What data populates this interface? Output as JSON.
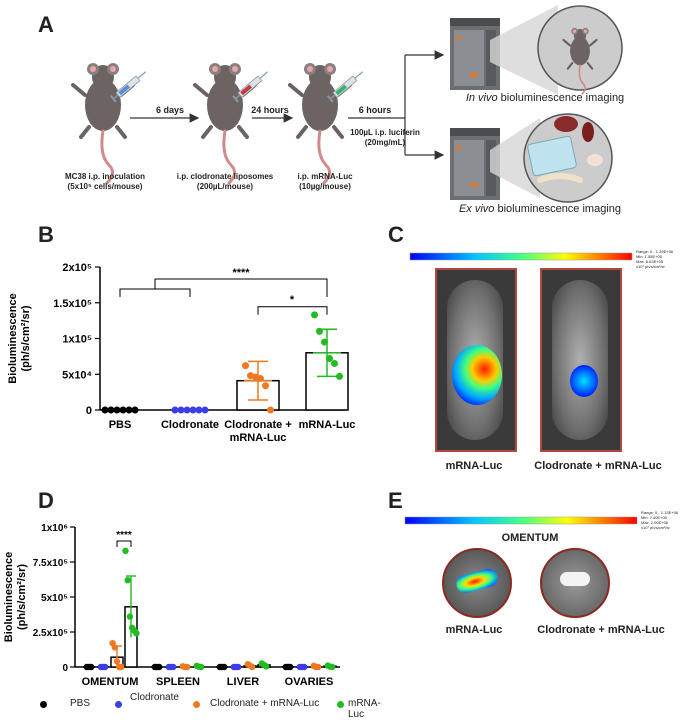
{
  "panel_labels": {
    "a": "A",
    "b": "B",
    "c": "C",
    "d": "D",
    "e": "E"
  },
  "schematic": {
    "steps": [
      {
        "label": "MC38 i.p. inoculation",
        "detail": "(5x10⁵ cells/mouse)"
      },
      {
        "label": "i.p. clodronate liposomes",
        "detail": "(200µL/mouse)"
      },
      {
        "label": "i.p. mRNA-Luc",
        "detail": "(10µg/mouse)"
      }
    ],
    "intervals": [
      "6 days",
      "24 hours",
      "6 hours"
    ],
    "luciferin": {
      "line1": "100µL i.p. luciferin",
      "line2": "(20mg/mL)"
    },
    "imaging": [
      {
        "emph": "In vivo",
        "rest": " bioluminescence imaging"
      },
      {
        "emph": "Ex vivo",
        "rest": " bioluminescence imaging"
      }
    ]
  },
  "panel_b": {
    "ylabel_line1": "Bioluminescence",
    "ylabel_line2": "(ph/s/cm²/sr)",
    "ytick_labels": [
      "0",
      "5x10⁴",
      "1x10⁵",
      "1.5x10⁵",
      "2x10⁵"
    ],
    "category_labels": [
      [
        "PBS"
      ],
      [
        "Clodronate"
      ],
      [
        "Clodronate +",
        "mRNA-Luc"
      ],
      [
        "mRNA-Luc"
      ]
    ],
    "significance": [
      "****",
      "*"
    ]
  },
  "panel_c": {
    "scale_text": [
      "Range: 0 - 1.39E+06",
      "Min: 1.55E+05",
      "Max: 6.63E+05",
      "x10⁷ ph/s/cm²/sr"
    ],
    "image_labels": [
      "mRNA-Luc",
      "Clodronate + mRNA-Luc"
    ]
  },
  "panel_d": {
    "ylabel_line1": "Bioluminescence",
    "ylabel_line2": "(ph/s/cm²/sr)",
    "ytick_labels": [
      "0",
      "2.5x10⁵",
      "5x10⁵",
      "7.5x10⁵",
      "1x10⁶"
    ],
    "significance": "****",
    "legend": [
      {
        "label": "PBS",
        "color": "#000000"
      },
      {
        "label": "Clodronate",
        "color": "#3d3de8"
      },
      {
        "label": "Clodronate + mRNA-Luc",
        "color": "#f07820"
      },
      {
        "label": "mRNA-Luc",
        "color": "#22bb22"
      }
    ]
  },
  "panel_e": {
    "scale_text": [
      "Range: 0 - 1.13E+06",
      "Min: 7.40E+05",
      "Max: 2.00E+06",
      "x10⁷ ph/s/cm²/sr"
    ],
    "title": "OMENTUM",
    "image_labels": [
      "mRNA-Luc",
      "Clodronate + mRNA-Luc"
    ]
  },
  "chart_data": [
    {
      "type": "bar",
      "panel": "B",
      "ylabel": "Bioluminescence (ph/s/cm²/sr)",
      "ylim": [
        0,
        200000
      ],
      "categories": [
        "PBS",
        "Clodronate",
        "Clodronate + mRNA-Luc",
        "mRNA-Luc"
      ],
      "values": [
        0,
        0,
        41000,
        80000
      ],
      "errors": [
        0,
        0,
        27000,
        33000
      ],
      "points": [
        [
          0,
          0,
          0,
          0,
          0,
          0
        ],
        [
          0,
          0,
          0,
          0,
          0,
          0
        ],
        [
          62000,
          48000,
          46000,
          44000,
          34000,
          0
        ],
        [
          133000,
          110000,
          95000,
          72000,
          65000,
          47000
        ]
      ],
      "point_colors": [
        "#000000",
        "#3d3de8",
        "#f07820",
        "#22bb22"
      ],
      "significance": [
        {
          "between": [
            "PBS / Clodronate",
            "mRNA-Luc"
          ],
          "label": "****"
        },
        {
          "between": [
            "Clodronate + mRNA-Luc",
            "mRNA-Luc"
          ],
          "label": "*"
        }
      ]
    },
    {
      "type": "bar",
      "panel": "D",
      "ylabel": "Bioluminescence (ph/s/cm²/sr)",
      "ylim": [
        0,
        1000000
      ],
      "categories": [
        "OMENTUM",
        "SPLEEN",
        "LIVER",
        "OVARIES"
      ],
      "series": [
        {
          "name": "PBS",
          "color": "#000000",
          "values": [
            0,
            0,
            0,
            0
          ],
          "points": [
            [
              0,
              0,
              0
            ],
            [
              0,
              0,
              0
            ],
            [
              0,
              0,
              0
            ],
            [
              0,
              0,
              0
            ]
          ]
        },
        {
          "name": "Clodronate",
          "color": "#3d3de8",
          "values": [
            0,
            0,
            0,
            0
          ],
          "points": [
            [
              0,
              0,
              0
            ],
            [
              0,
              0,
              0
            ],
            [
              0,
              0,
              0
            ],
            [
              0,
              0,
              0
            ]
          ]
        },
        {
          "name": "Clodronate + mRNA-Luc",
          "color": "#f07820",
          "values": [
            70000,
            2000,
            8000,
            4000
          ],
          "errors": [
            80000,
            0,
            0,
            0
          ],
          "points": [
            [
              170000,
              140000,
              40000,
              0,
              0
            ],
            [
              5000,
              0,
              0
            ],
            [
              20000,
              10000,
              0
            ],
            [
              8000,
              0,
              0
            ]
          ]
        },
        {
          "name": "mRNA-Luc",
          "color": "#22bb22",
          "values": [
            430000,
            5000,
            15000,
            6000
          ],
          "errors": [
            220000,
            0,
            0,
            0
          ],
          "points": [
            [
              830000,
              620000,
              360000,
              280000,
              260000,
              240000
            ],
            [
              8000,
              2000,
              0
            ],
            [
              25000,
              15000,
              5000
            ],
            [
              10000,
              3000,
              0
            ]
          ]
        }
      ],
      "significance": [
        {
          "between": [
            "Clodronate + mRNA-Luc",
            "mRNA-Luc"
          ],
          "category": "OMENTUM",
          "label": "****"
        }
      ]
    }
  ]
}
